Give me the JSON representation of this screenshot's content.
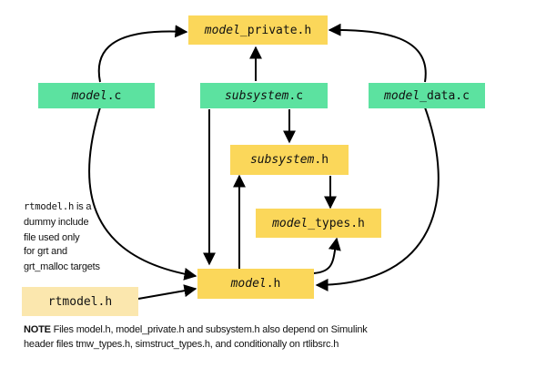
{
  "boxes": {
    "model_private_h": {
      "prefix": "model",
      "suffix": "_private.h",
      "color": "#fbd75a"
    },
    "model_c": {
      "prefix": "model",
      "suffix": ".c",
      "color": "#5ce2a0"
    },
    "subsystem_c": {
      "prefix": "subsystem",
      "suffix": ".c",
      "color": "#5ce2a0"
    },
    "model_data_c": {
      "prefix": "model",
      "suffix": "_data.c",
      "color": "#5ce2a0"
    },
    "subsystem_h": {
      "prefix": "subsystem",
      "suffix": ".h",
      "color": "#fbd75a"
    },
    "model_types_h": {
      "prefix": "model",
      "suffix": "_types.h",
      "color": "#fbd75a"
    },
    "model_h": {
      "prefix": "model",
      "suffix": ".h",
      "color": "#fbd75a"
    },
    "rtmodel_h": {
      "label": "rtmodel.h",
      "color": "#fbe7ae"
    }
  },
  "side_note": {
    "line1_mono": "rtmodel.h",
    "line1_rest": " is a",
    "line2": "dummy include",
    "line3": "file used only",
    "line4": "for grt and",
    "line5": "grt_malloc targets"
  },
  "footer": {
    "note_label": "NOTE",
    "line1": "Files model.h, model_private.h and subsystem.h also depend on Simulink",
    "line2": "header files tmw_types.h, simstruct_types.h, and conditionally on rtlibsrc.h"
  }
}
